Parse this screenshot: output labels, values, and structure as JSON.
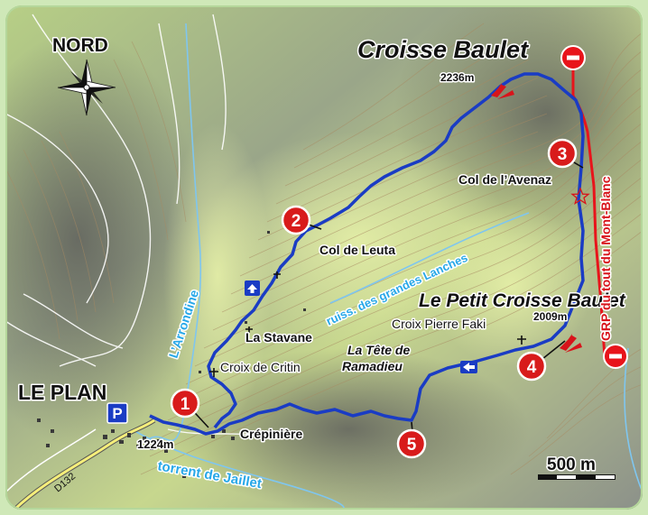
{
  "map": {
    "north_label": "NORD",
    "summit_main": {
      "name": "Croisse Baulet",
      "altitude": "2236m"
    },
    "summit_secondary": {
      "name": "Le Petit Croisse Baulet",
      "altitude": "2009m"
    },
    "village": "LE PLAN",
    "village_altitude": "1224m",
    "parking_symbol": "P",
    "places": [
      "Col de Leuta",
      "Col de l’Avenaz",
      "Croix Pierre Faki",
      "La Stavane",
      "Croix de Critin",
      "Crépinière",
      "La Tête de",
      "Ramadieu"
    ],
    "streams": [
      "L’Arrondine",
      "ruiss. des grandes Lanches",
      "torrent de Jaillet"
    ],
    "trail_label": "GRP du tout du Mont-Blanc",
    "road_label": "D132",
    "scale_label": "500 m",
    "waypoints": [
      "1",
      "2",
      "3",
      "4",
      "5"
    ],
    "no_entry_symbol": "−",
    "colors": {
      "route": "#1a3cc4",
      "grp_trail": "#e8141b",
      "stream_text": "#29a8e8",
      "waypoint_fill": "#d81b1b",
      "terrain_light": "#c9e08e",
      "terrain_dark": "#6e6e66"
    }
  }
}
